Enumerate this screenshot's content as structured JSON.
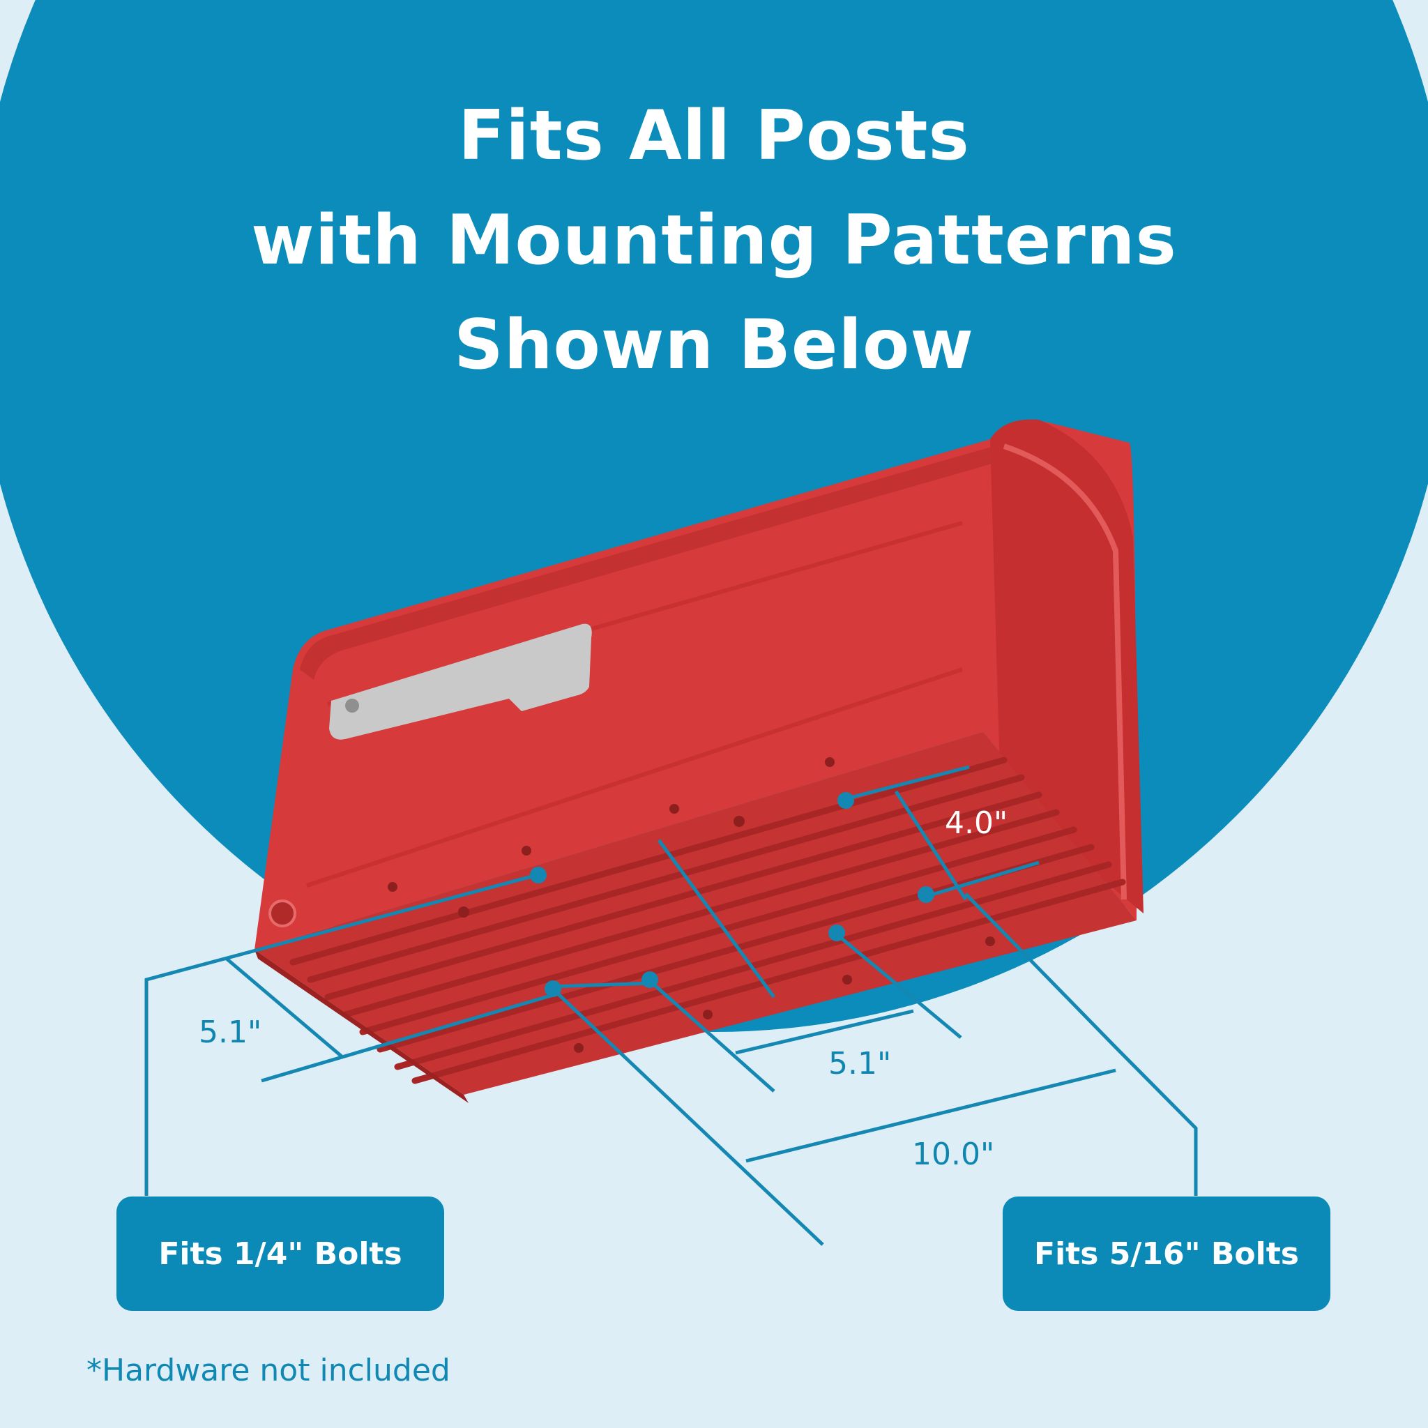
{
  "headline": {
    "lines": [
      "Fits All Posts",
      "with Mounting Patterns",
      "Shown Below"
    ]
  },
  "dimensions": {
    "depth_front": "4.0\"",
    "left_width": "5.1\"",
    "center_width": "5.1\"",
    "long_span": "10.0\""
  },
  "bolt_labels": {
    "left": "Fits 1/4\" Bolts",
    "right": "Fits 5/16\" Bolts"
  },
  "footnote": "*Hardware not included",
  "colors": {
    "background_light": "#ddeef6",
    "circle_blue": "#0b8cba",
    "accent_blue": "#0f86b0",
    "mailbox_red": "#d63a3a",
    "flag_silver": "#c9c9c9"
  },
  "icons": [
    "mailbox-illustration",
    "flag-icon"
  ]
}
